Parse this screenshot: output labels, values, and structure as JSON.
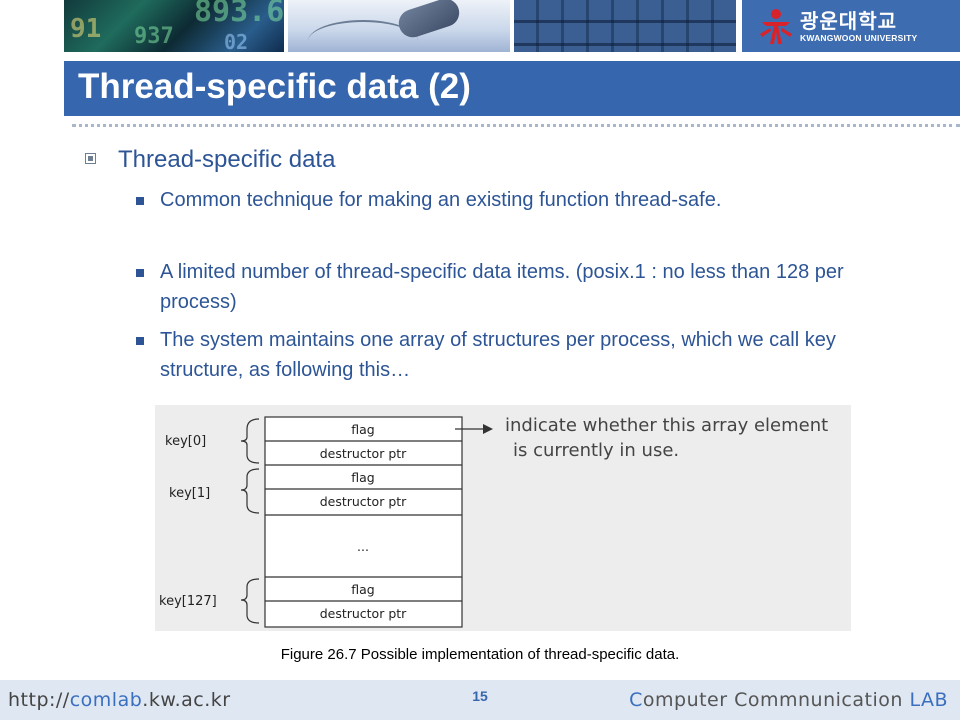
{
  "header": {
    "logo_korean": "광운대학교",
    "logo_english": "KWANGWOON UNIVERSITY",
    "banner_numbers": [
      "893.6",
      "91",
      "937",
      "02"
    ],
    "accent_color": "#3566ae"
  },
  "slide": {
    "title": "Thread-specific data (2)",
    "heading": "Thread-specific data",
    "bullets": [
      "Common technique for making an existing function thread-safe.",
      "A limited number of thread-specific data items. (posix.1 : no less than 128 per process)",
      "The system maintains one array of structures per process, which we call key structure, as following this…"
    ]
  },
  "figure": {
    "keys": [
      "key[0]",
      "key[1]",
      "key[127]"
    ],
    "field_flag": "flag",
    "field_destructor": "destructor ptr",
    "ellipsis": "...",
    "annotation_line1": "indicate whether this array element",
    "annotation_line2": "is currently in use.",
    "caption": "Figure 26.7 Possible implementation of thread-specific data."
  },
  "footer": {
    "url_prefix": "http://",
    "url_highlight": "comlab",
    "url_suffix": ".kw.ac.kr",
    "page_number": "15",
    "lab_part1": "C",
    "lab_part2": "omputer Commnunication ",
    "lab_part3": "LAB"
  }
}
